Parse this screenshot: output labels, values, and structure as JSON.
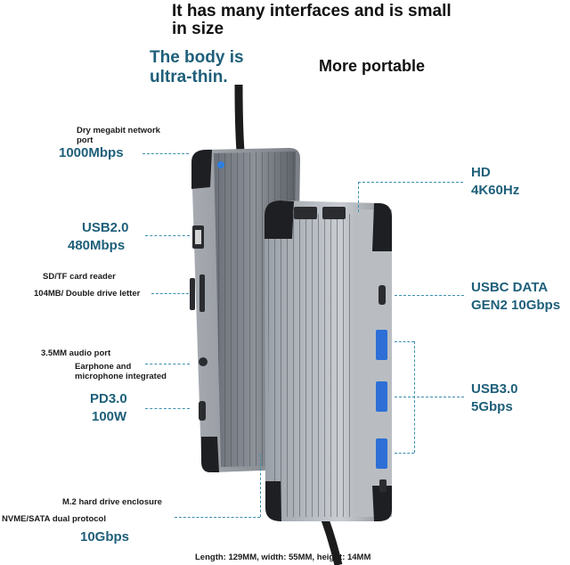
{
  "headline": {
    "line1": "It has many interfaces and is small",
    "line2": "in size",
    "body_thin_1": "The body is",
    "body_thin_2": "ultra-thin.",
    "portable": "More portable"
  },
  "left_labels": {
    "network_1": "Dry megabit network",
    "network_2": "port",
    "network_speed": "1000Mbps",
    "usb2_1": "USB2.0",
    "usb2_2": "480Mbps",
    "card_1": "SD/TF card reader",
    "card_2": "104MB/ Double drive letter",
    "audio_1": "3.5MM audio port",
    "audio_2": "Earphone and",
    "audio_3": "microphone integrated",
    "pd_1": "PD3.0",
    "pd_2": "100W",
    "m2_1": "M.2 hard drive enclosure",
    "m2_2": "NVME/SATA dual protocol",
    "m2_3": "10Gbps"
  },
  "right_labels": {
    "hd_1": "HD",
    "hd_2": "4K60Hz",
    "usbc_1": "USBC DATA",
    "usbc_2": "GEN2 10Gbps",
    "usb3_1": "USB3.0",
    "usb3_2": "5Gbps"
  },
  "footer": {
    "dimensions": "Length: 129MM, width: 55MM, height: 14MM"
  },
  "colors": {
    "accent": "#1e5f7a",
    "dashed": "#3d8fb0",
    "device_body": "#8e939b",
    "device_dark": "#3a3d42",
    "port_blue": "#2d6fd6"
  }
}
